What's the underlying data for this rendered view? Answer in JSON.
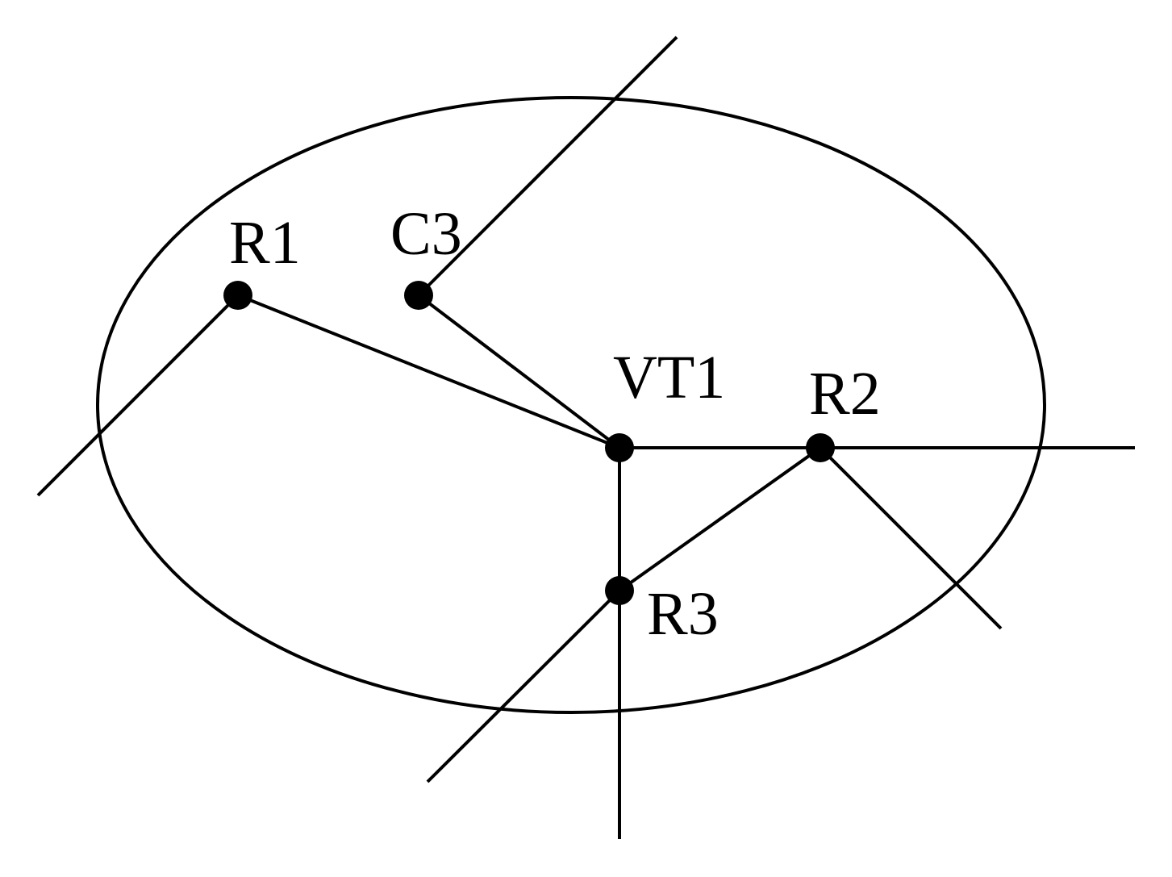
{
  "diagram": {
    "colors": {
      "stroke": "#000000",
      "background": "#ffffff"
    },
    "nodes": [
      {
        "id": "R1",
        "label": "R1"
      },
      {
        "id": "C3",
        "label": "C3"
      },
      {
        "id": "VT1",
        "label": "VT1"
      },
      {
        "id": "R2",
        "label": "R2"
      },
      {
        "id": "R3",
        "label": "R3"
      }
    ],
    "connections": [
      {
        "from": "R1",
        "to": "VT1"
      },
      {
        "from": "C3",
        "to": "VT1"
      },
      {
        "from": "VT1",
        "to": "R2"
      },
      {
        "from": "VT1",
        "to": "R3"
      },
      {
        "from": "R3",
        "to": "R2"
      }
    ]
  }
}
